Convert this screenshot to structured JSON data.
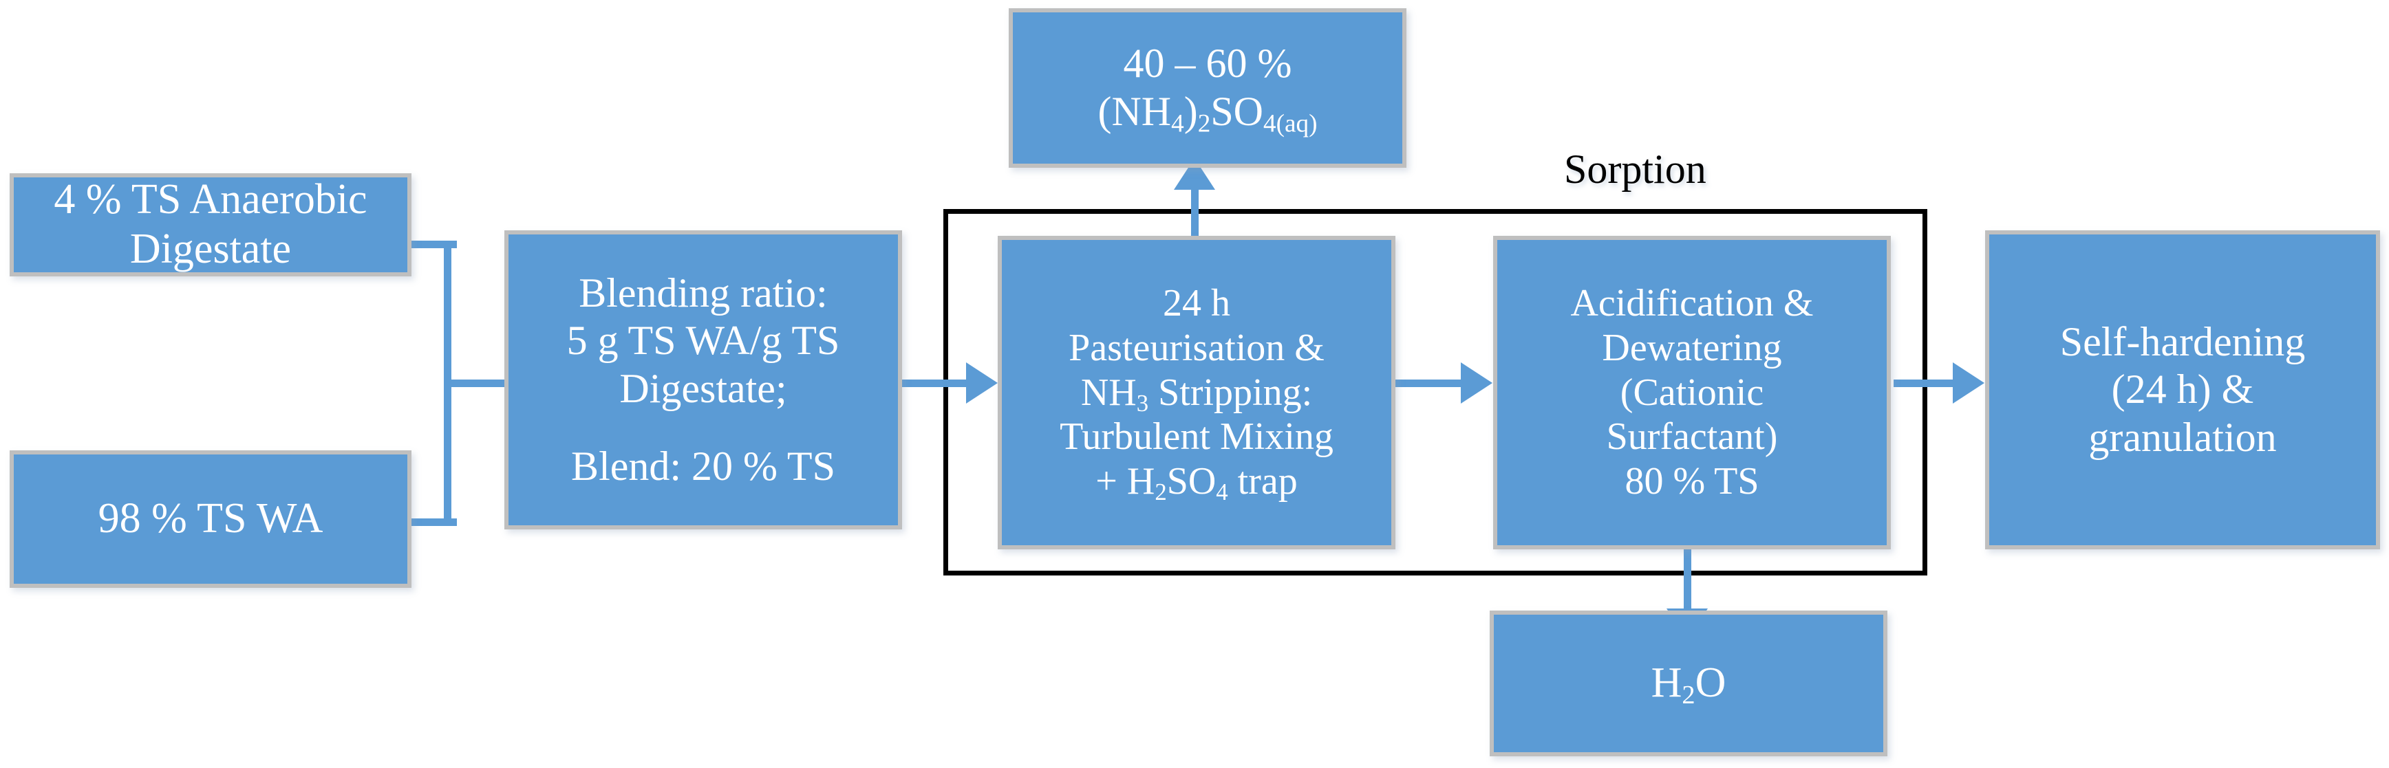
{
  "diagram": {
    "title": "Digestate / wood ash blending and nutrient recovery process flow",
    "type": "process-flow",
    "colors": {
      "box_fill": "#5B9BD5",
      "box_border": "#BFBFBF",
      "box_text": "#FFFFFF",
      "connector": "#5B9BD5",
      "enclosure_border": "#000000",
      "enclosure_label_text": "#000000",
      "background": "#FFFFFF"
    },
    "enclosure": {
      "label": "Sorption",
      "contains": [
        "pasteurisation-stripping",
        "acidification-dewatering"
      ]
    },
    "nodes": [
      {
        "id": "digestate-input",
        "name": "4 % TS Anaerobic Digestate",
        "lines": [
          {
            "text": "4 % TS Anaerobic"
          },
          {
            "text": "Digestate"
          }
        ]
      },
      {
        "id": "wood-ash-input",
        "name": "98 % TS WA",
        "lines": [
          {
            "text": "98 % TS WA"
          }
        ]
      },
      {
        "id": "blending",
        "name": "Blending ratio",
        "lines": [
          {
            "text": "Blending ratio:"
          },
          {
            "text": "5 g TS WA/g TS"
          },
          {
            "text": "Digestate;"
          },
          {
            "text": "",
            "spacer": true
          },
          {
            "text": "Blend: 20 % TS"
          }
        ]
      },
      {
        "id": "ammonium-sulfate-product",
        "name": "40 – 60 % (NH4)2SO4(aq)",
        "lines": [
          {
            "text": "40 – 60 %"
          },
          {
            "html": "(NH<sub>4</sub>)<sub>2</sub>SO<sub>4(aq)</sub>"
          }
        ]
      },
      {
        "id": "pasteurisation-stripping",
        "name": "24 h Pasteurisation & NH3 Stripping",
        "lines": [
          {
            "text": "24 h"
          },
          {
            "text": "Pasteurisation &"
          },
          {
            "html": "NH<sub>3</sub> Stripping:"
          },
          {
            "text": "Turbulent Mixing"
          },
          {
            "html": "+ H<sub>2</sub>SO<sub>4</sub> trap"
          }
        ]
      },
      {
        "id": "acidification-dewatering",
        "name": "Acidification & Dewatering",
        "lines": [
          {
            "text": "Acidification &"
          },
          {
            "text": "Dewatering"
          },
          {
            "text": "(Cationic"
          },
          {
            "text": "Surfactant)"
          },
          {
            "text": "80 % TS"
          }
        ]
      },
      {
        "id": "water-output",
        "name": "H2O",
        "lines": [
          {
            "html": "H<sub>2</sub>O"
          }
        ]
      },
      {
        "id": "self-hardening",
        "name": "Self-hardening (24 h) & granulation",
        "lines": [
          {
            "text": "Self-hardening"
          },
          {
            "text": "(24 h) &"
          },
          {
            "text": "granulation"
          }
        ]
      }
    ],
    "edges": [
      {
        "from": "digestate-input",
        "to": "blending",
        "style": "elbow-merge-arrow-right"
      },
      {
        "from": "wood-ash-input",
        "to": "blending",
        "style": "elbow-merge-arrow-right"
      },
      {
        "from": "blending",
        "to": "pasteurisation-stripping",
        "style": "arrow-right"
      },
      {
        "from": "pasteurisation-stripping",
        "to": "ammonium-sulfate-product",
        "style": "arrow-up"
      },
      {
        "from": "pasteurisation-stripping",
        "to": "acidification-dewatering",
        "style": "arrow-right"
      },
      {
        "from": "acidification-dewatering",
        "to": "water-output",
        "style": "arrow-down"
      },
      {
        "from": "acidification-dewatering",
        "to": "self-hardening",
        "style": "arrow-right"
      }
    ]
  }
}
